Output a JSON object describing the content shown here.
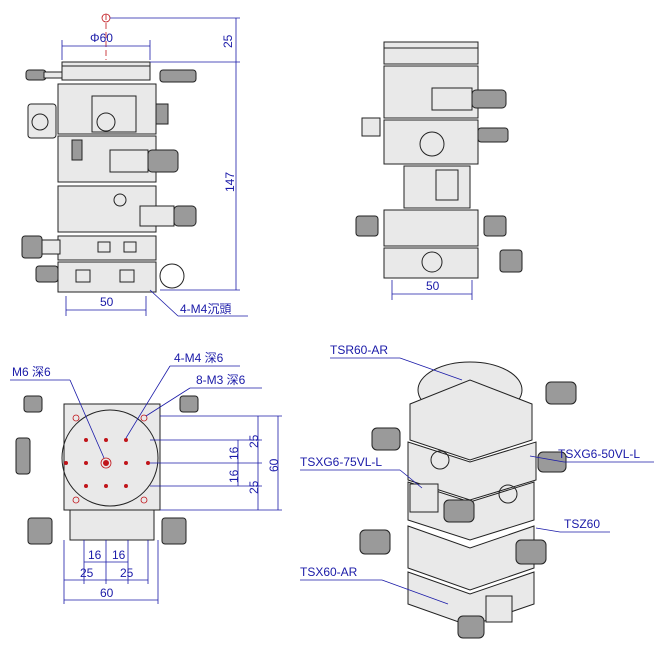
{
  "dimensions": {
    "diameter": "Φ60",
    "top_offset": "25",
    "height": "147",
    "front_width": "50",
    "side_width": "50",
    "spacing_16_h": "16",
    "spacing_16_h2": "16",
    "spacing_25_h": "25",
    "spacing_25_h2": "25",
    "overall_60_h": "60",
    "spacing_16_v": "16",
    "spacing_16_v2": "16",
    "spacing_25_v": "25",
    "spacing_25_v2": "25",
    "overall_60_v": "60"
  },
  "callouts": {
    "base_holes": "4-M4沉頭",
    "m6": "M6 深6",
    "m4": "4-M4 深6",
    "m3": "8-M3 深6"
  },
  "parts": {
    "rotary": "TSR60-AR",
    "goniometer_50": "TSXG6-50VL-L",
    "goniometer_75": "TSXG6-75VL-L",
    "z_stage": "TSZ60",
    "xy_stage": "TSX60-AR"
  },
  "colors": {
    "dimension": "#1a1aa8",
    "hole_marks": "#c0141a",
    "outline": "#222222"
  }
}
